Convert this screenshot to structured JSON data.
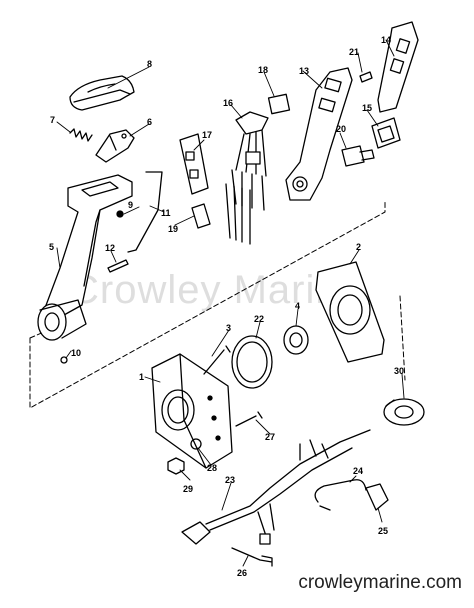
{
  "diagram": {
    "watermark": "Crowley Marine",
    "website": "crowleymarine.com",
    "callouts": [
      "1",
      "2",
      "3",
      "4",
      "5",
      "6",
      "7",
      "8",
      "9",
      "10",
      "11",
      "12",
      "13",
      "14",
      "15",
      "16",
      "17",
      "18",
      "19",
      "20",
      "21",
      "22",
      "23",
      "24",
      "25",
      "26",
      "27",
      "28",
      "29",
      "30"
    ]
  }
}
